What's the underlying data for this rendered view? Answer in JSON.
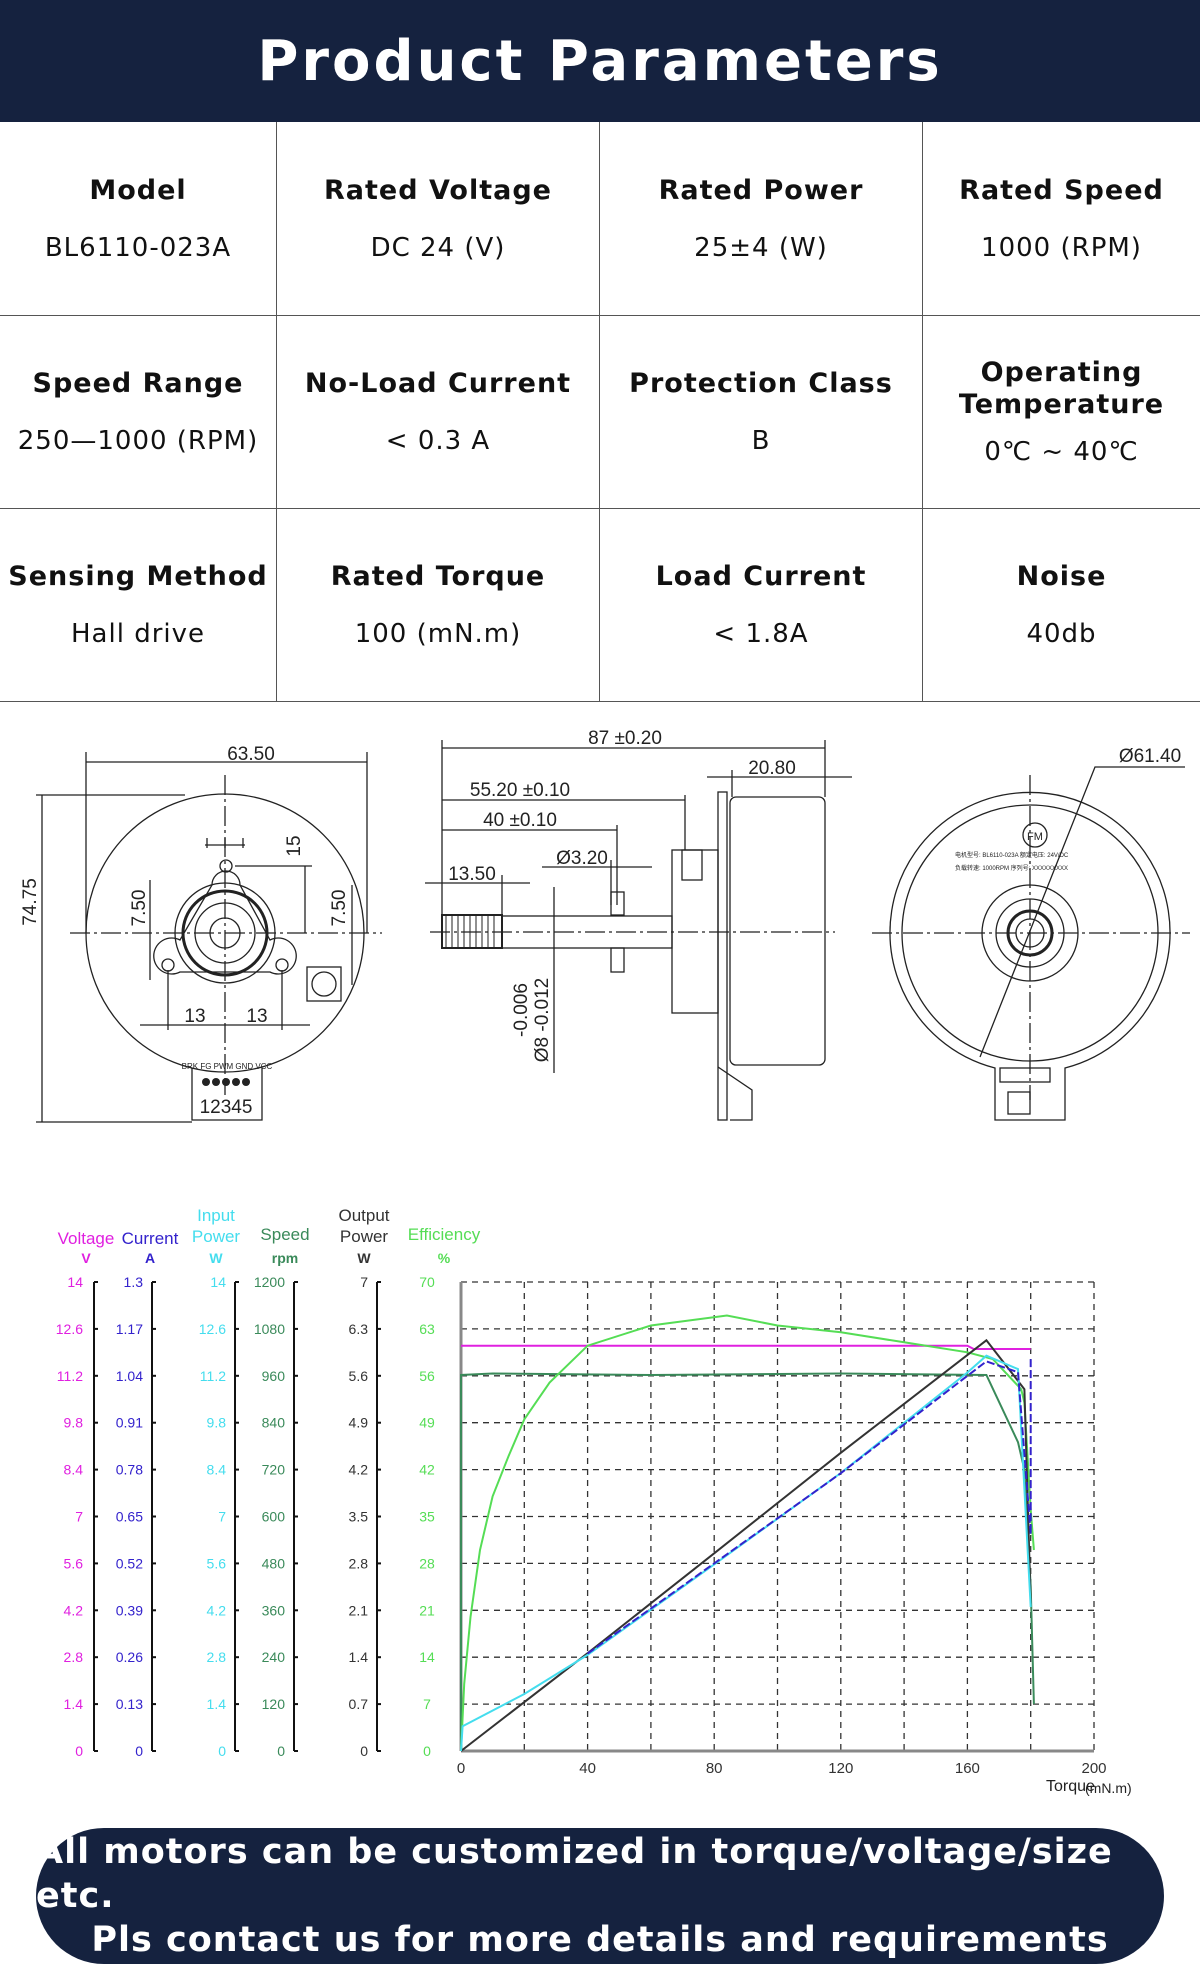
{
  "header": {
    "title": "Product Parameters"
  },
  "table": {
    "rows": [
      [
        {
          "label": "Model",
          "value": "BL6110-023A"
        },
        {
          "label": "Rated Voltage",
          "value": "DC 24 (V)"
        },
        {
          "label": "Rated Power",
          "value": "25±4 (W)"
        },
        {
          "label": "Rated Speed",
          "value": "1000 (RPM)"
        }
      ],
      [
        {
          "label": "Speed Range",
          "value": "250—1000 (RPM)"
        },
        {
          "label": "No-Load Current",
          "value": "< 0.3 A"
        },
        {
          "label": "Protection Class",
          "value": "B"
        },
        {
          "label": "Operating Temperature",
          "value": "0℃ ~ 40℃"
        }
      ],
      [
        {
          "label": "Sensing Method",
          "value": "Hall drive"
        },
        {
          "label": "Rated Torque",
          "value": "100  (mN.m)"
        },
        {
          "label": "Load Current",
          "value": "< 1.8A"
        },
        {
          "label": "Noise",
          "value": "40db"
        }
      ]
    ]
  },
  "drawings": {
    "front": {
      "width": "63.50",
      "height": "74.75",
      "d15": "15",
      "d750a": "7.50",
      "d750b": "7.50",
      "d13a": "13",
      "d13b": "13",
      "pins": "BRK FG PWM GND VCC",
      "pin_numbers": "12345"
    },
    "side": {
      "total": "87 ±0.20",
      "body": "20.80",
      "d5520": "55.20 ±0.10",
      "d40": "40 ±0.10",
      "key": "Ø3.20",
      "thread": "13.50",
      "tol": "-0.006",
      "shaft": "Ø8 -0.012"
    },
    "rear": {
      "diameter": "Ø61.40",
      "logo": "FM",
      "label1": "电机型号: BL6110-023A  额定电压: 24V/DC",
      "label2": "负载转速: 1000RPM   序列号: XXXXXXXXX"
    }
  },
  "chart_data": {
    "type": "line",
    "xlabel": "Torque",
    "xunit": "(mN.m)",
    "xlim": [
      0,
      200
    ],
    "xticks": [
      "0",
      "40",
      "80",
      "120",
      "160",
      "200"
    ],
    "grid": true,
    "axes": [
      {
        "name": "Voltage",
        "unit": "V",
        "max": 14,
        "color": "#e020e0",
        "ticks": [
          "14",
          "12.6",
          "11.2",
          "9.8",
          "8.4",
          "7",
          "5.6",
          "4.2",
          "2.8",
          "1.4",
          "0"
        ]
      },
      {
        "name": "Current",
        "unit": "A",
        "max": 1.3,
        "color": "#3322cc",
        "ticks": [
          "1.3",
          "1.17",
          "1.04",
          "0.91",
          "0.78",
          "0.65",
          "0.52",
          "0.39",
          "0.26",
          "0.13",
          "0"
        ]
      },
      {
        "name": "Input Power",
        "unit": "W",
        "max": 14,
        "color": "#44ddee",
        "ticks": [
          "14",
          "12.6",
          "11.2",
          "9.8",
          "8.4",
          "7",
          "5.6",
          "4.2",
          "2.8",
          "1.4",
          "0"
        ]
      },
      {
        "name": "Speed",
        "unit": "rpm",
        "max": 1200,
        "color": "#3a8a5a",
        "ticks": [
          "1200",
          "1080",
          "960",
          "840",
          "720",
          "600",
          "480",
          "360",
          "240",
          "120",
          "0"
        ]
      },
      {
        "name": "Output Power",
        "unit": "W",
        "max": 7,
        "color": "#333333",
        "ticks": [
          "7",
          "6.3",
          "5.6",
          "4.9",
          "4.2",
          "3.5",
          "2.8",
          "2.1",
          "1.4",
          "0.7",
          "0"
        ]
      },
      {
        "name": "Efficiency",
        "unit": "%",
        "max": 70,
        "color": "#55dd55",
        "ticks": [
          "70",
          "63",
          "56",
          "49",
          "42",
          "35",
          "28",
          "21",
          "14",
          "7",
          "0"
        ]
      }
    ],
    "series": [
      {
        "name": "Voltage",
        "axis": 0,
        "points": [
          [
            0,
            12.1
          ],
          [
            160,
            12.1
          ],
          [
            162,
            12.0
          ],
          [
            180,
            12.0
          ]
        ]
      },
      {
        "name": "Speed",
        "axis": 3,
        "points": [
          [
            0,
            0
          ],
          [
            0,
            962
          ],
          [
            10,
            966
          ],
          [
            60,
            962
          ],
          [
            120,
            966
          ],
          [
            166,
            962
          ],
          [
            176,
            790
          ],
          [
            178,
            720
          ],
          [
            180,
            420
          ],
          [
            181,
            120
          ]
        ]
      },
      {
        "name": "Efficiency",
        "axis": 5,
        "points": [
          [
            0,
            0
          ],
          [
            1,
            10
          ],
          [
            3,
            20
          ],
          [
            6,
            30
          ],
          [
            10,
            38
          ],
          [
            15,
            44
          ],
          [
            20,
            49.5
          ],
          [
            28,
            55
          ],
          [
            40,
            60.5
          ],
          [
            60,
            63.5
          ],
          [
            84,
            65
          ],
          [
            100,
            63.5
          ],
          [
            120,
            62.5
          ],
          [
            140,
            61
          ],
          [
            160,
            59.5
          ],
          [
            168,
            58.5
          ],
          [
            177,
            54
          ],
          [
            178,
            52
          ],
          [
            180,
            36
          ],
          [
            181,
            30
          ]
        ]
      },
      {
        "name": "Output Power",
        "axis": 4,
        "points": [
          [
            0,
            0
          ],
          [
            40,
            1.46
          ],
          [
            80,
            2.95
          ],
          [
            120,
            4.45
          ],
          [
            166,
            6.13
          ],
          [
            178,
            5.4
          ],
          [
            180,
            2.2
          ]
        ]
      },
      {
        "name": "Input Power",
        "axis": 2,
        "points": [
          [
            0,
            0
          ],
          [
            0.5,
            0.74
          ],
          [
            20,
            1.7
          ],
          [
            40,
            2.87
          ],
          [
            80,
            5.57
          ],
          [
            120,
            8.3
          ],
          [
            160,
            11.3
          ],
          [
            166,
            11.8
          ],
          [
            176,
            11.4
          ],
          [
            180,
            4.3
          ]
        ]
      },
      {
        "name": "Current",
        "axis": 1,
        "points": [
          [
            40,
            0.27
          ],
          [
            80,
            0.52
          ],
          [
            120,
            0.77
          ],
          [
            160,
            1.04
          ],
          [
            166,
            1.08
          ],
          [
            176,
            1.05
          ],
          [
            180,
            0.6
          ],
          [
            180,
            1.09
          ]
        ]
      }
    ]
  },
  "banner": {
    "line1": "All motors can be customized in torque/voltage/size etc.",
    "line2": "Pls contact us for more details and requirements"
  }
}
